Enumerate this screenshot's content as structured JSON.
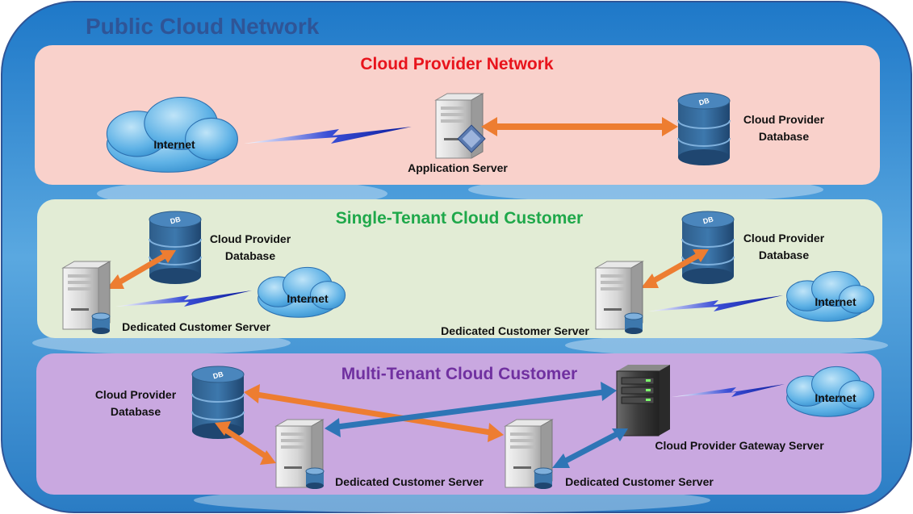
{
  "title": "Public Cloud Network",
  "colors": {
    "provider_title": "#e8141c",
    "single_title": "#1fa84a",
    "multi_title": "#7030a0",
    "main_title": "#2f5597",
    "orange_arrow": "#ed7d31",
    "blue_arrow": "#2e75b6"
  },
  "sections": {
    "provider": {
      "title": "Cloud Provider Network",
      "internet": "Internet",
      "app_server": "Application Server",
      "database": "Cloud Provider Database",
      "database_line1": "Cloud Provider",
      "database_line2": "Database"
    },
    "single": {
      "title": "Single-Tenant Cloud Customer",
      "left_db_line1": "Cloud Provider",
      "left_db_line2": "Database",
      "left_internet": "Internet",
      "left_server": "Dedicated Customer Server",
      "right_db_line1": "Cloud Provider",
      "right_db_line2": "Database",
      "right_internet": "Internet",
      "right_server": "Dedicated Customer Server"
    },
    "multi": {
      "title": "Multi-Tenant Cloud Customer",
      "db_line1": "Cloud Provider",
      "db_line2": "Database",
      "gateway": "Cloud Provider Gateway Server",
      "internet": "Internet",
      "left_server": "Dedicated Customer Server",
      "right_server": "Dedicated Customer Server"
    }
  },
  "icons": {
    "db_badge": "DB",
    "cloud": "cloud-icon",
    "server": "server-icon",
    "database": "database-icon",
    "lightning": "lightning-link-icon",
    "gateway": "gateway-server-icon"
  }
}
